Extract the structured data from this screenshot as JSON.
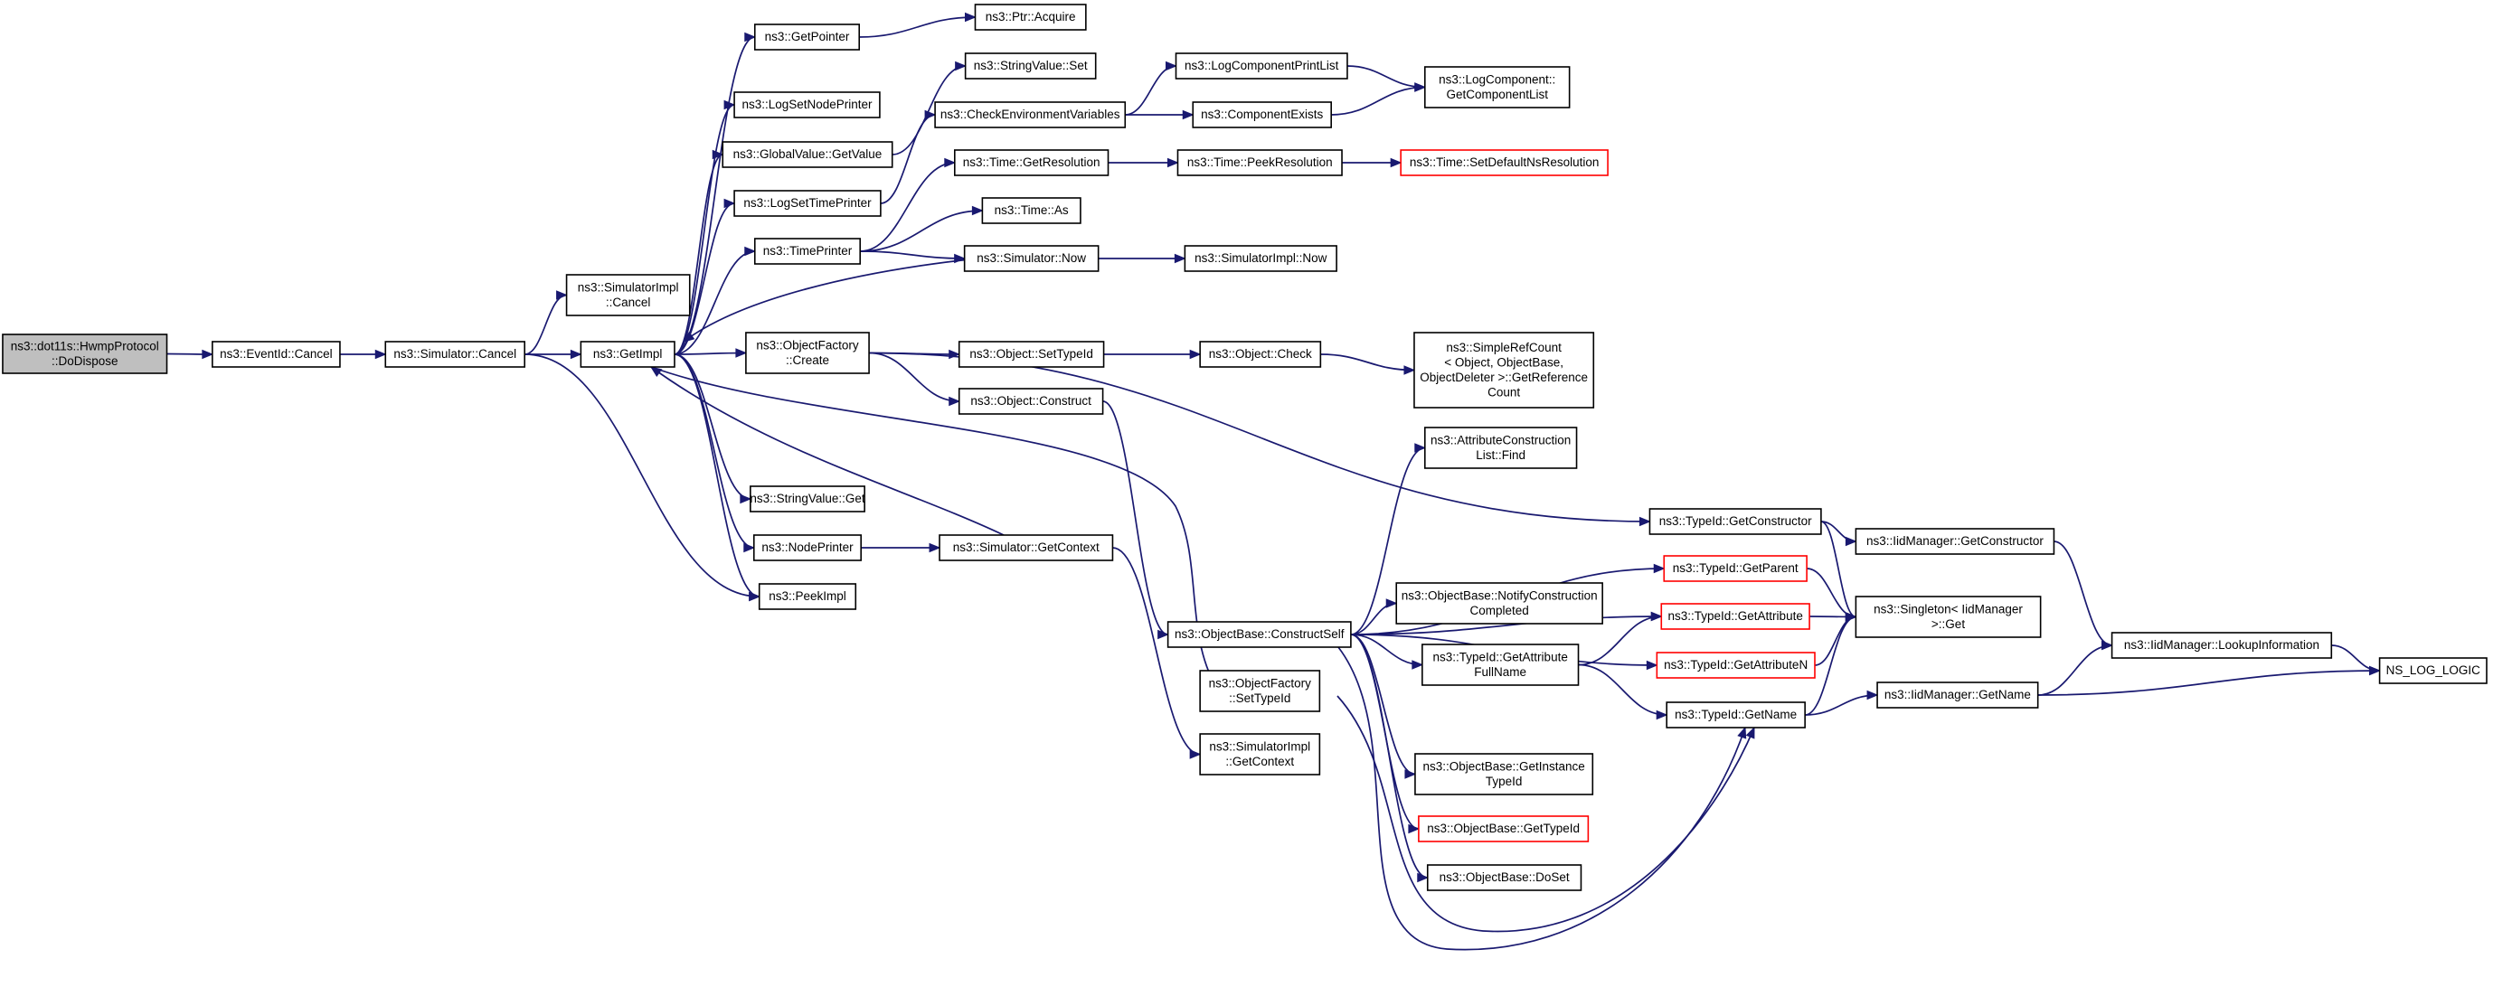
{
  "nodes": [
    {
      "id": "dodispose",
      "lines": [
        "ns3::dot11s::HwmpProtocol",
        "::DoDispose"
      ],
      "style": "root"
    },
    {
      "id": "eventid_cancel",
      "lines": [
        "ns3::EventId::Cancel"
      ],
      "style": "normal"
    },
    {
      "id": "simulator_cancel",
      "lines": [
        "ns3::Simulator::Cancel"
      ],
      "style": "normal"
    },
    {
      "id": "simimpl_cancel",
      "lines": [
        "ns3::SimulatorImpl",
        "::Cancel"
      ],
      "style": "normal"
    },
    {
      "id": "getimpl",
      "lines": [
        "ns3::GetImpl"
      ],
      "style": "normal"
    },
    {
      "id": "getpointer",
      "lines": [
        "ns3::GetPointer"
      ],
      "style": "normal"
    },
    {
      "id": "ptr_acquire",
      "lines": [
        "ns3::Ptr::Acquire"
      ],
      "style": "normal"
    },
    {
      "id": "logsetnodeprinter",
      "lines": [
        "ns3::LogSetNodePrinter"
      ],
      "style": "normal"
    },
    {
      "id": "globalvalue_getvalue",
      "lines": [
        "ns3::GlobalValue::GetValue"
      ],
      "style": "normal"
    },
    {
      "id": "stringvalue_set",
      "lines": [
        "ns3::StringValue::Set"
      ],
      "style": "normal"
    },
    {
      "id": "checkenv",
      "lines": [
        "ns3::CheckEnvironmentVariables"
      ],
      "style": "normal"
    },
    {
      "id": "logcomponentprintlist",
      "lines": [
        "ns3::LogComponentPrintList"
      ],
      "style": "normal"
    },
    {
      "id": "componentexists",
      "lines": [
        "ns3::ComponentExists"
      ],
      "style": "normal"
    },
    {
      "id": "getcomponentlist",
      "lines": [
        "ns3::LogComponent::",
        "GetComponentList"
      ],
      "style": "normal"
    },
    {
      "id": "logsettimeprinter",
      "lines": [
        "ns3::LogSetTimePrinter"
      ],
      "style": "normal"
    },
    {
      "id": "time_getresolution",
      "lines": [
        "ns3::Time::GetResolution"
      ],
      "style": "normal"
    },
    {
      "id": "time_peekresolution",
      "lines": [
        "ns3::Time::PeekResolution"
      ],
      "style": "normal"
    },
    {
      "id": "time_setdefaultnsresolution",
      "lines": [
        "ns3::Time::SetDefaultNsResolution"
      ],
      "style": "red"
    },
    {
      "id": "timeprinter",
      "lines": [
        "ns3::TimePrinter"
      ],
      "style": "normal"
    },
    {
      "id": "time_as",
      "lines": [
        "ns3::Time::As"
      ],
      "style": "normal"
    },
    {
      "id": "simulator_now",
      "lines": [
        "ns3::Simulator::Now"
      ],
      "style": "normal"
    },
    {
      "id": "simimpl_now",
      "lines": [
        "ns3::SimulatorImpl::Now"
      ],
      "style": "normal"
    },
    {
      "id": "objectfactory_create",
      "lines": [
        "ns3::ObjectFactory",
        "::Create"
      ],
      "style": "normal"
    },
    {
      "id": "object_settypeid",
      "lines": [
        "ns3::Object::SetTypeId"
      ],
      "style": "normal"
    },
    {
      "id": "object_check",
      "lines": [
        "ns3::Object::Check"
      ],
      "style": "normal"
    },
    {
      "id": "simplerefcount",
      "lines": [
        "ns3::SimpleRefCount",
        "< Object, ObjectBase,",
        "ObjectDeleter >::GetReference",
        "Count"
      ],
      "style": "normal"
    },
    {
      "id": "object_construct",
      "lines": [
        "ns3::Object::Construct"
      ],
      "style": "normal"
    },
    {
      "id": "attrconstructionlist_find",
      "lines": [
        "ns3::AttributeConstruction",
        "List::Find"
      ],
      "style": "normal"
    },
    {
      "id": "stringvalue_get",
      "lines": [
        "ns3::StringValue::Get"
      ],
      "style": "normal"
    },
    {
      "id": "nodeprinter",
      "lines": [
        "ns3::NodePrinter"
      ],
      "style": "normal"
    },
    {
      "id": "simulator_getcontext",
      "lines": [
        "ns3::Simulator::GetContext"
      ],
      "style": "normal"
    },
    {
      "id": "peekimpl",
      "lines": [
        "ns3::PeekImpl"
      ],
      "style": "normal"
    },
    {
      "id": "typeid_getconstructor",
      "lines": [
        "ns3::TypeId::GetConstructor"
      ],
      "style": "normal"
    },
    {
      "id": "iidmanager_getconstructor",
      "lines": [
        "ns3::IidManager::GetConstructor"
      ],
      "style": "normal"
    },
    {
      "id": "typeid_getparent",
      "lines": [
        "ns3::TypeId::GetParent"
      ],
      "style": "red"
    },
    {
      "id": "objectbase_constructself",
      "lines": [
        "ns3::ObjectBase::ConstructSelf"
      ],
      "style": "normal"
    },
    {
      "id": "notifyconstructioncompleted",
      "lines": [
        "ns3::ObjectBase::NotifyConstruction",
        "Completed"
      ],
      "style": "normal"
    },
    {
      "id": "typeid_getattribute",
      "lines": [
        "ns3::TypeId::GetAttribute"
      ],
      "style": "red"
    },
    {
      "id": "singleton_get",
      "lines": [
        "ns3::Singleton< IidManager",
        ">::Get"
      ],
      "style": "normal"
    },
    {
      "id": "iidmanager_lookupinformation",
      "lines": [
        "ns3::IidManager::LookupInformation"
      ],
      "style": "normal"
    },
    {
      "id": "ns_log_logic",
      "lines": [
        "NS_LOG_LOGIC"
      ],
      "style": "normal"
    },
    {
      "id": "typeid_getattributefullname",
      "lines": [
        "ns3::TypeId::GetAttribute",
        "FullName"
      ],
      "style": "normal"
    },
    {
      "id": "typeid_getattributen",
      "lines": [
        "ns3::TypeId::GetAttributeN"
      ],
      "style": "red"
    },
    {
      "id": "objectfactory_settypeid",
      "lines": [
        "ns3::ObjectFactory",
        "::SetTypeId"
      ],
      "style": "normal"
    },
    {
      "id": "typeid_getname",
      "lines": [
        "ns3::TypeId::GetName"
      ],
      "style": "normal"
    },
    {
      "id": "iidmanager_getname",
      "lines": [
        "ns3::IidManager::GetName"
      ],
      "style": "normal"
    },
    {
      "id": "simimpl_getcontext",
      "lines": [
        "ns3::SimulatorImpl",
        "::GetContext"
      ],
      "style": "normal"
    },
    {
      "id": "getinstancetypeid",
      "lines": [
        "ns3::ObjectBase::GetInstance",
        "TypeId"
      ],
      "style": "normal"
    },
    {
      "id": "objectbase_gettypeid",
      "lines": [
        "ns3::ObjectBase::GetTypeId"
      ],
      "style": "red"
    },
    {
      "id": "objectbase_doset",
      "lines": [
        "ns3::ObjectBase::DoSet"
      ],
      "style": "normal"
    }
  ],
  "edges": [
    [
      "dodispose",
      "eventid_cancel"
    ],
    [
      "eventid_cancel",
      "simulator_cancel"
    ],
    [
      "simulator_cancel",
      "simimpl_cancel"
    ],
    [
      "simulator_cancel",
      "getimpl"
    ],
    [
      "simulator_cancel",
      "peekimpl"
    ],
    [
      "getimpl",
      "getpointer"
    ],
    [
      "getimpl",
      "logsetnodeprinter"
    ],
    [
      "getimpl",
      "globalvalue_getvalue"
    ],
    [
      "getimpl",
      "logsettimeprinter"
    ],
    [
      "getimpl",
      "timeprinter"
    ],
    [
      "getimpl",
      "objectfactory_create"
    ],
    [
      "getimpl",
      "stringvalue_get"
    ],
    [
      "getimpl",
      "nodeprinter"
    ],
    [
      "getimpl",
      "peekimpl"
    ],
    [
      "getimpl",
      "objectfactory_settypeid"
    ],
    [
      "getpointer",
      "ptr_acquire"
    ],
    [
      "globalvalue_getvalue",
      "stringvalue_set"
    ],
    [
      "logsettimeprinter",
      "checkenv"
    ],
    [
      "checkenv",
      "logcomponentprintlist"
    ],
    [
      "checkenv",
      "componentexists"
    ],
    [
      "logcomponentprintlist",
      "getcomponentlist"
    ],
    [
      "componentexists",
      "getcomponentlist"
    ],
    [
      "timeprinter",
      "time_getresolution"
    ],
    [
      "timeprinter",
      "time_as"
    ],
    [
      "timeprinter",
      "simulator_now"
    ],
    [
      "time_getresolution",
      "time_peekresolution"
    ],
    [
      "time_peekresolution",
      "time_setdefaultnsresolution"
    ],
    [
      "simulator_now",
      "getimpl"
    ],
    [
      "simulator_now",
      "simimpl_now"
    ],
    [
      "objectfactory_create",
      "object_settypeid"
    ],
    [
      "objectfactory_create",
      "object_construct"
    ],
    [
      "objectfactory_create",
      "typeid_getconstructor"
    ],
    [
      "object_settypeid",
      "object_check"
    ],
    [
      "object_check",
      "simplerefcount"
    ],
    [
      "object_construct",
      "objectbase_constructself"
    ],
    [
      "nodeprinter",
      "simulator_getcontext"
    ],
    [
      "simulator_getcontext",
      "getimpl"
    ],
    [
      "simulator_getcontext",
      "simimpl_getcontext"
    ],
    [
      "objectbase_constructself",
      "attrconstructionlist_find"
    ],
    [
      "objectbase_constructself",
      "typeid_getparent"
    ],
    [
      "objectbase_constructself",
      "typeid_getattribute"
    ],
    [
      "objectbase_constructself",
      "notifyconstructioncompleted"
    ],
    [
      "objectbase_constructself",
      "typeid_getattributefullname"
    ],
    [
      "objectbase_constructself",
      "typeid_getattributen"
    ],
    [
      "objectbase_constructself",
      "getinstancetypeid"
    ],
    [
      "objectbase_constructself",
      "objectbase_gettypeid"
    ],
    [
      "objectbase_constructself",
      "objectbase_doset"
    ],
    [
      "objectbase_constructself",
      "typeid_getname"
    ],
    [
      "objectfactory_settypeid",
      "typeid_getname"
    ],
    [
      "typeid_getconstructor",
      "iidmanager_getconstructor"
    ],
    [
      "typeid_getconstructor",
      "singleton_get"
    ],
    [
      "iidmanager_getconstructor",
      "iidmanager_lookupinformation"
    ],
    [
      "typeid_getparent",
      "singleton_get"
    ],
    [
      "typeid_getattribute",
      "singleton_get"
    ],
    [
      "typeid_getattributen",
      "singleton_get"
    ],
    [
      "typeid_getattributefullname",
      "typeid_getattribute"
    ],
    [
      "typeid_getattributefullname",
      "typeid_getname"
    ],
    [
      "typeid_getname",
      "singleton_get"
    ],
    [
      "typeid_getname",
      "iidmanager_getname"
    ],
    [
      "iidmanager_getname",
      "iidmanager_lookupinformation"
    ],
    [
      "iidmanager_getname",
      "ns_log_logic"
    ],
    [
      "iidmanager_lookupinformation",
      "ns_log_logic"
    ]
  ]
}
